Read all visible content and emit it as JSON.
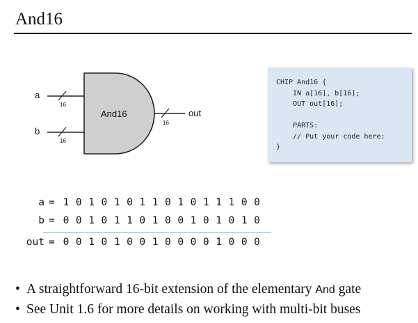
{
  "slide": {
    "title": "And16"
  },
  "diagram": {
    "gate_label": "And16",
    "input_a": "a",
    "input_b": "b",
    "output": "out",
    "bus_width_a": "16",
    "bus_width_b": "16",
    "bus_width_out": "16"
  },
  "hdl": {
    "lines": [
      "CHIP And16 {",
      "    IN a[16], b[16];",
      "    OUT out[16];",
      "",
      "    PARTS:",
      "    // Put your code here:",
      "}"
    ]
  },
  "example": {
    "rows": [
      {
        "name": "a",
        "eq": "=",
        "bits": [
          "1",
          "0",
          "1",
          "0",
          "1",
          "0",
          "1",
          "1",
          "0",
          "1",
          "0",
          "1",
          "1",
          "1",
          "0",
          "0"
        ]
      },
      {
        "name": "b",
        "eq": "=",
        "bits": [
          "0",
          "0",
          "1",
          "0",
          "1",
          "1",
          "0",
          "1",
          "0",
          "0",
          "1",
          "0",
          "1",
          "0",
          "1",
          "0"
        ]
      },
      {
        "name": "out",
        "eq": "=",
        "bits": [
          "0",
          "0",
          "1",
          "0",
          "1",
          "0",
          "0",
          "1",
          "0",
          "0",
          "0",
          "0",
          "1",
          "0",
          "0",
          "0"
        ]
      }
    ]
  },
  "bullets": [
    {
      "text": "A straightforward 16-bit extension of the elementary ",
      "code": "And",
      "tail": " gate"
    },
    {
      "text": "See Unit 1.6 for more details on working with multi-bit buses",
      "code": "",
      "tail": ""
    }
  ]
}
